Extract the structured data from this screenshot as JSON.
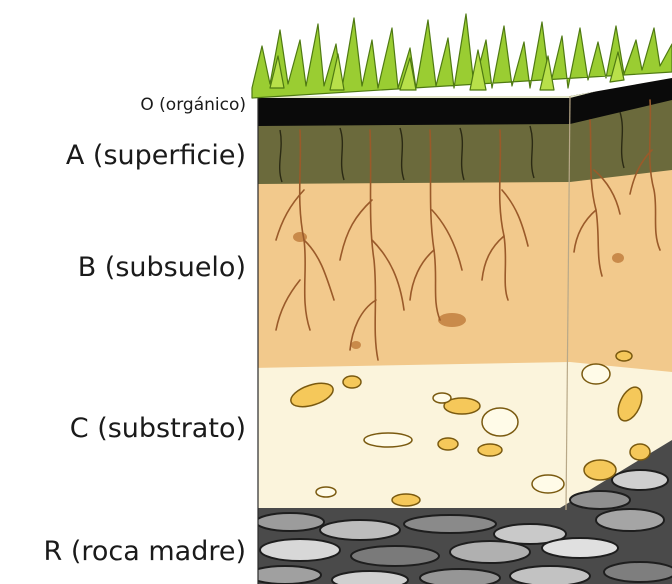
{
  "labels": {
    "o": "O (orgánico)",
    "a": "A (superficie)",
    "b": "B (subsuelo)",
    "c": "C (substrato)",
    "r": "R (roca madre)"
  },
  "colors": {
    "grass": "#9acd32",
    "grass_dark": "#4f7a12",
    "organic": "#0a0a0a",
    "topsoil": "#6b6a3c",
    "subsoil": "#f2c98c",
    "substrate": "#fbf4dc",
    "bedrock": "#6e6e6e",
    "roots": "#9a5a2a",
    "pebbles": "#f5c85a"
  },
  "icons": [
    "grass-tuft-icon",
    "root-icon",
    "rock-icon",
    "pebble-icon"
  ]
}
